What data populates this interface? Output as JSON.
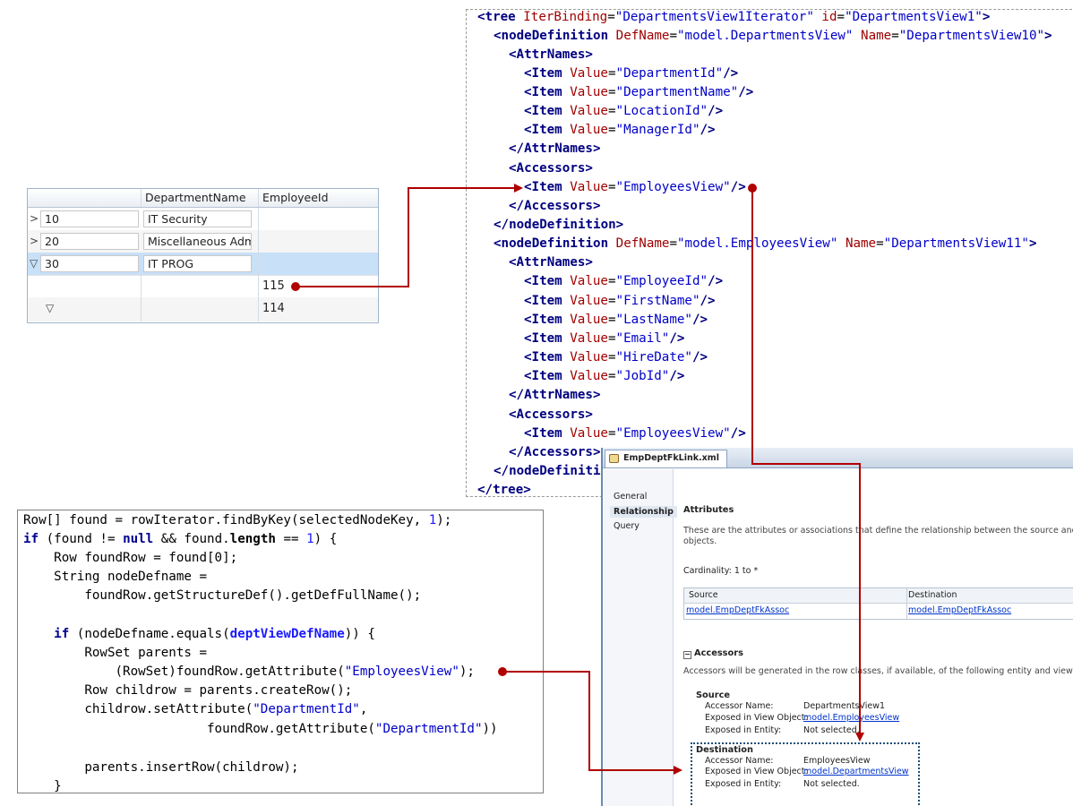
{
  "grid": {
    "headers": [
      "",
      "DepartmentName",
      "EmployeeId"
    ],
    "rows": [
      {
        "toggle": ">",
        "id": "10",
        "name": "IT Security",
        "emp": ""
      },
      {
        "toggle": ">",
        "id": "20",
        "name": "Miscellaneous Adm",
        "emp": ""
      },
      {
        "toggle": "▽",
        "id": "30",
        "name": "IT PROG",
        "emp": ""
      },
      {
        "toggle": "",
        "id": "",
        "name": "",
        "emp": "115"
      },
      {
        "toggle": "▽",
        "id": "",
        "name": "",
        "emp": "114"
      }
    ]
  },
  "xml": {
    "tree_open": {
      "tag": "<tree",
      "attr1": "IterBinding",
      "val1": "\"DepartmentsView1Iterator\"",
      "attr2": "id",
      "val2": "\"DepartmentsView1\"",
      "close": ">"
    },
    "node1": {
      "tag": "<nodeDefinition",
      "attr1": "DefName",
      "val1": "\"model.DepartmentsView\"",
      "attr2": "Name",
      "val2": "\"DepartmentsView10\"",
      "close": ">"
    },
    "attrnames_open": "<AttrNames>",
    "attrnames_close": "</AttrNames>",
    "accessors_open": "<Accessors>",
    "accessors_close": "</Accessors>",
    "item_tag": "<Item",
    "item_attr": "Value",
    "item_close": "/>",
    "node1_items": [
      "\"DepartmentId\"",
      "\"DepartmentName\"",
      "\"LocationId\"",
      "\"ManagerId\""
    ],
    "node1_accessor": "\"EmployeesView\"",
    "node_close": "</nodeDefinition>",
    "node2": {
      "tag": "<nodeDefinition",
      "attr1": "DefName",
      "val1": "\"model.EmployeesView\"",
      "attr2": "Name",
      "val2": "\"DepartmentsView11\"",
      "close": ">"
    },
    "node2_items": [
      "\"EmployeeId\"",
      "\"FirstName\"",
      "\"LastName\"",
      "\"Email\"",
      "\"HireDate\"",
      "\"JobId\""
    ],
    "node2_accessor": "\"EmployeesView\"",
    "node_close_partial": "</nodeDefiniti",
    "tree_close": "</tree>"
  },
  "java": {
    "l1": {
      "a": "Row[] found = rowIterator.findByKey(selectedNodeKey, ",
      "num": "1",
      "b": ");"
    },
    "l2": {
      "kw_if": "if",
      "a": " (found != ",
      "kw_null": "null",
      "b": " && found.",
      "len": "length",
      "c": " == ",
      "num": "1",
      "d": ") {"
    },
    "l3": "    Row foundRow = found[0];",
    "l4": "    String nodeDefname =",
    "l5": "        foundRow.getStructureDef().getDefFullName();",
    "l7": {
      "pre": "    ",
      "kw_if": "if",
      "a": " (nodeDefname.equals(",
      "fld": "deptViewDefName",
      "b": ")) {"
    },
    "l8": "        RowSet parents =",
    "l9": {
      "a": "            (RowSet)foundRow.getAttribute(",
      "str": "\"EmployeesView\"",
      "b": ");"
    },
    "l10": "        Row childrow = parents.createRow();",
    "l11": {
      "a": "        childrow.setAttribute(",
      "str": "\"DepartmentId\"",
      "b": ","
    },
    "l12": {
      "a": "                        foundRow.getAttribute(",
      "str": "\"DepartmentId\"",
      "b": "))"
    },
    "l14": "        parents.insertRow(childrow);",
    "l15": "    }"
  },
  "editor": {
    "tab_label": "EmpDeptFkLink.xml",
    "side_items": [
      "General",
      "Relationship",
      "Query"
    ],
    "attributes_heading": "Attributes",
    "attributes_desc_1": "These are the attributes or associations that define the relationship between the source and destin",
    "attributes_desc_2": "objects.",
    "cardinality": "Cardinality: 1 to *",
    "table_headers": [
      "Source",
      "Destination"
    ],
    "table_values": [
      "model.EmpDeptFkAssoc",
      "model.EmpDeptFkAssoc"
    ],
    "accessors_heading": "Accessors",
    "accessors_desc": "Accessors will be generated in the row classes, if available, of the following entity and view objects",
    "source": {
      "heading": "Source",
      "accessor_name_label": "Accessor Name:",
      "accessor_name_value": "DepartmentsView1",
      "exposed_view_label": "Exposed in View Object:",
      "exposed_view_value": "model.EmployeesView",
      "exposed_entity_label": "Exposed in Entity:",
      "exposed_entity_value": "Not selected."
    },
    "destination": {
      "heading": "Destination",
      "accessor_name_label": "Accessor Name:",
      "accessor_name_value": "EmployeesView",
      "exposed_view_label": "Exposed in View Object:",
      "exposed_view_value": "model.DepartmentsView",
      "exposed_entity_label": "Exposed in Entity:",
      "exposed_entity_value": "Not selected."
    }
  },
  "colors": {
    "arrow": "#b00000",
    "xml_tag": "#000080",
    "xml_attr": "#a00000",
    "xml_value": "#0000c8"
  }
}
